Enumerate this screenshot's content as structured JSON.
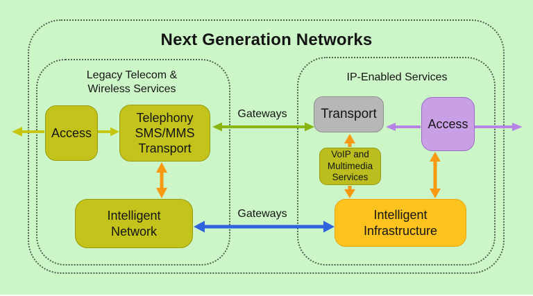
{
  "title": "Next Generation Networks",
  "legacy": {
    "label": "Legacy Telecom &\nWireless Services",
    "access": "Access",
    "telephony": "Telephony\nSMS/MMS\nTransport",
    "intelligent_network": "Intelligent\nNetwork"
  },
  "ip": {
    "label": "IP-Enabled Services",
    "transport": "Transport",
    "access": "Access",
    "voip": "VoIP and\nMultimedia\nServices",
    "intelligent_infrastructure": "Intelligent\nInfrastructure"
  },
  "gateways": {
    "top": "Gateways",
    "bottom": "Gateways"
  },
  "arrows": [
    {
      "name": "legacy-access-external-arrow",
      "color": "yellow-green",
      "between": [
        "outside-left",
        "legacy-access"
      ],
      "direction": "out-left"
    },
    {
      "name": "access-to-telephony-arrow",
      "color": "yellow-green",
      "between": [
        "legacy-access",
        "telephony"
      ],
      "direction": "right"
    },
    {
      "name": "gateways-top-arrow",
      "color": "green",
      "between": [
        "telephony",
        "ip-transport"
      ],
      "direction": "both"
    },
    {
      "name": "access-to-transport-arrow",
      "color": "purple",
      "between": [
        "ip-access",
        "ip-transport"
      ],
      "direction": "left"
    },
    {
      "name": "ip-access-external-arrow",
      "color": "purple",
      "between": [
        "ip-access",
        "outside-right"
      ],
      "direction": "out-right"
    },
    {
      "name": "telephony-intnet-arrow",
      "color": "orange",
      "between": [
        "telephony",
        "intelligent-network"
      ],
      "direction": "both"
    },
    {
      "name": "voip-to-transport-arrow",
      "color": "orange",
      "between": [
        "voip",
        "ip-transport"
      ],
      "direction": "up"
    },
    {
      "name": "voip-to-intinfra-arrow",
      "color": "orange",
      "between": [
        "voip",
        "intelligent-infrastructure"
      ],
      "direction": "down"
    },
    {
      "name": "ipaccess-intinfra-arrow",
      "color": "orange",
      "between": [
        "ip-access",
        "intelligent-infrastructure"
      ],
      "direction": "both"
    },
    {
      "name": "gateways-bottom-arrow",
      "color": "blue",
      "between": [
        "intelligent-network",
        "intelligent-infrastructure"
      ],
      "direction": "both"
    }
  ],
  "colors": {
    "background": "#cdf6c8",
    "dash_border": "#4d5f4d",
    "text": "#141414",
    "legacy_box_fill": "#c4c31b",
    "legacy_box_border": "#97990e",
    "voip_fill": "#bcbd1e",
    "amber_fill": "#fcc21d",
    "amber_border": "#e8a412",
    "gray_fill": "#b7b7b7",
    "gray_border": "#8f8f8f",
    "purple_fill": "#c9a0e6",
    "purple_border": "#9a6cc8",
    "arrow_yellow": "#c6c713",
    "arrow_green": "#8ab513",
    "arrow_orange": "#f79a12",
    "arrow_blue": "#2f63dd",
    "arrow_purple": "#b783e6"
  }
}
